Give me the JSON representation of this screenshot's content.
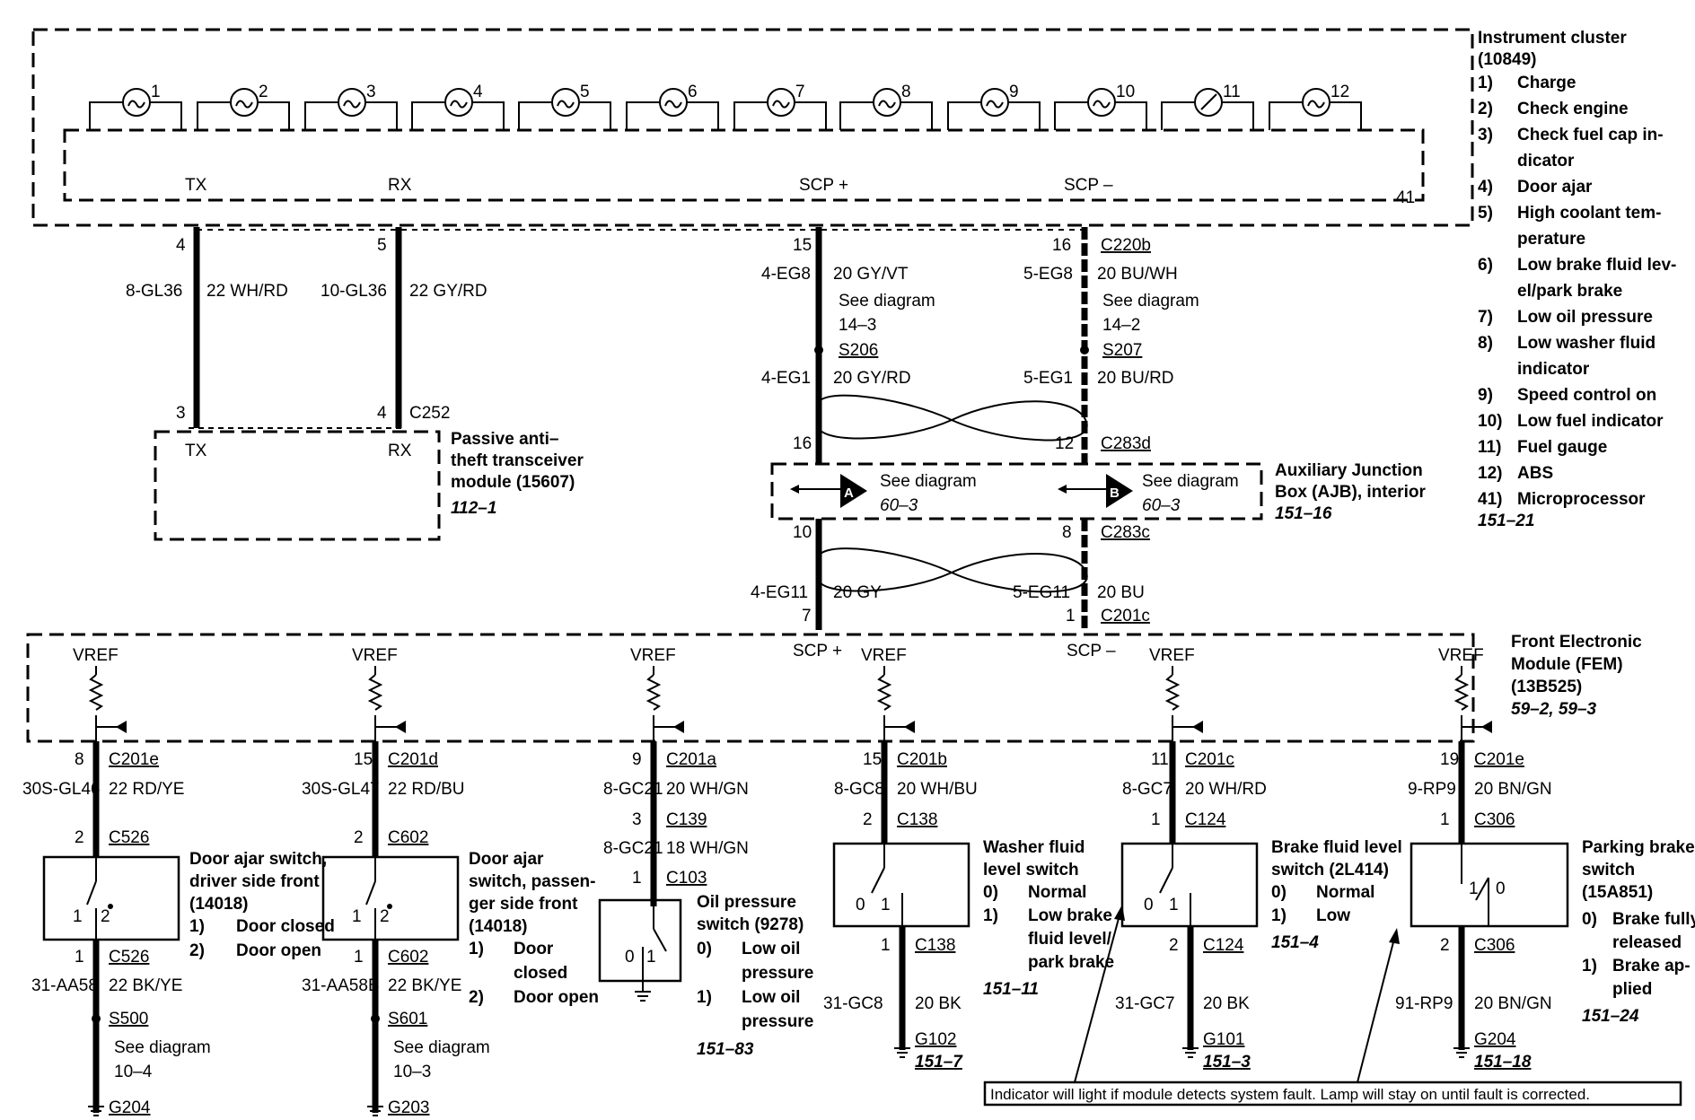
{
  "cluster": {
    "title": [
      "Instrument cluster",
      "(10849)"
    ],
    "lamp_numbers": [
      "1",
      "2",
      "3",
      "4",
      "5",
      "6",
      "7",
      "8",
      "9",
      "10",
      "11",
      "12"
    ],
    "legend": [
      [
        "1)",
        "Charge"
      ],
      [
        "2)",
        "Check engine"
      ],
      [
        "3)",
        "Check fuel cap in-"
      ],
      [
        "",
        "dicator"
      ],
      [
        "4)",
        "Door ajar"
      ],
      [
        "5)",
        "High coolant tem-"
      ],
      [
        "",
        "perature"
      ],
      [
        "6)",
        "Low brake fluid lev-"
      ],
      [
        "",
        "el/park brake"
      ],
      [
        "7)",
        "Low oil pressure"
      ],
      [
        "8)",
        "Low washer fluid"
      ],
      [
        "",
        "indicator"
      ],
      [
        "9)",
        "Speed control on"
      ],
      [
        "10)",
        "Low fuel indicator"
      ],
      [
        "11)",
        "Fuel gauge"
      ],
      [
        "12)",
        "ABS"
      ],
      [
        "41)",
        "Microprocessor"
      ]
    ],
    "ref": "151–21",
    "micro_num": "41",
    "pins": {
      "tx": "TX",
      "rx": "RX",
      "scp_plus": "SCP +",
      "scp_minus": "SCP –"
    }
  },
  "pats": {
    "title": [
      "Passive anti–",
      "theft transceiver",
      "module (15607)"
    ],
    "ref": "112–1",
    "tx": "TX",
    "rx": "RX"
  },
  "tx_circuit": {
    "pin_top": "4",
    "circuit": "8-GL36",
    "wire": "22 WH/RD",
    "pin_bottom": "3"
  },
  "rx_circuit": {
    "pin_top": "5",
    "circuit": "10-GL36",
    "wire": "22 GY/RD",
    "pin_bottom": "4",
    "connector": "C252"
  },
  "scp_plus": {
    "pin_top": "15",
    "circuit_top": "4-EG8",
    "wire_top": "20 GY/VT",
    "see": [
      "See diagram",
      "14–3"
    ],
    "splice": "S206",
    "circuit_mid": "4-EG1",
    "wire_mid": "20 GY/RD",
    "pin_ajb_in": "16",
    "pin_ajb_out": "10",
    "circuit_bot": "4-EG11",
    "wire_bot": "20 GY",
    "pin_fem": "7"
  },
  "scp_minus": {
    "pin_top": "16",
    "connector_top": "C220b",
    "circuit_top": "5-EG8",
    "wire_top": "20 BU/WH",
    "see": [
      "See diagram",
      "14–2"
    ],
    "splice": "S207",
    "circuit_mid": "5-EG1",
    "wire_mid": "20 BU/RD",
    "pin_ajb_in": "12",
    "connector_ajb_in": "C283d",
    "pin_ajb_out": "8",
    "connector_ajb_out": "C283c",
    "circuit_bot": "5-EG11",
    "wire_bot": "20 BU",
    "pin_fem": "1",
    "connector_fem": "C201c"
  },
  "ajb": {
    "title": [
      "Auxiliary Junction",
      "Box (AJB), interior"
    ],
    "ref": "151–16",
    "a": {
      "tag": "A",
      "text": [
        "See diagram",
        "60–3"
      ]
    },
    "b": {
      "tag": "B",
      "text": [
        "See diagram",
        "60–3"
      ]
    }
  },
  "fem": {
    "title": [
      "Front Electronic",
      "Module (FEM)",
      "(13B525)"
    ],
    "ref": "59–2, 59–3",
    "vref": "VREF",
    "scp_plus": "SCP +",
    "scp_minus": "SCP –"
  },
  "branches": [
    {
      "pin": "8",
      "conn": "C201e",
      "circuit": "30S-GL46",
      "wire": "22 RD/YE",
      "pin2": "2",
      "conn2": "C526",
      "title": [
        "Door ajar switch,",
        "driver side front",
        "(14018)"
      ],
      "states": [
        [
          "1)",
          "Door closed"
        ],
        [
          "2)",
          "Door open"
        ]
      ],
      "sw_labels": [
        "1",
        "2"
      ],
      "pin3": "1",
      "conn3": "C526",
      "circuit3": "31-AA58",
      "wire3": "22 BK/YE",
      "splice": "S500",
      "see": [
        "See diagram",
        "10–4"
      ],
      "ground": "G204"
    },
    {
      "pin": "15",
      "conn": "C201d",
      "circuit": "30S-GL47",
      "wire": "22 RD/BU",
      "pin2": "2",
      "conn2": "C602",
      "title": [
        "Door ajar",
        "switch, passen-",
        "ger side front",
        "(14018)"
      ],
      "states": [
        [
          "1)",
          "Door"
        ],
        [
          "",
          "closed"
        ],
        [
          "2)",
          "Door open"
        ]
      ],
      "sw_labels": [
        "1",
        "2"
      ],
      "pin3": "1",
      "conn3": "C602",
      "circuit3": "31-AA58B",
      "wire3": "22 BK/YE",
      "splice": "S601",
      "see": [
        "See diagram",
        "10–3"
      ],
      "ground": "G203"
    },
    {
      "pin": "9",
      "conn": "C201a",
      "circuit": "8-GC21",
      "wire": "20 WH/GN",
      "pin2": "3",
      "conn2": "C139",
      "circuit2": "8-GC21",
      "wire2": "18 WH/GN",
      "pin3": "1",
      "conn3": "C103",
      "title": [
        "Oil pressure",
        "switch (9278)"
      ],
      "states": [
        [
          "0)",
          "Low oil"
        ],
        [
          "",
          "pressure"
        ],
        [
          "1)",
          "Low oil"
        ],
        [
          "",
          "pressure"
        ]
      ],
      "sw_labels": [
        "0",
        "1"
      ],
      "ref": "151–83"
    },
    {
      "pin": "15",
      "conn": "C201b",
      "circuit": "8-GC8",
      "wire": "20 WH/BU",
      "pin2": "2",
      "conn2": "C138",
      "title": [
        "Washer fluid",
        "level switch"
      ],
      "states": [
        [
          "0)",
          "Normal"
        ],
        [
          "1)",
          "Low brake"
        ],
        [
          "",
          "fluid level/"
        ],
        [
          "",
          "park brake"
        ]
      ],
      "sw_labels": [
        "0",
        "1"
      ],
      "ref": "151–11",
      "pin3": "1",
      "conn3": "C138",
      "circuit3": "31-GC8",
      "wire3": "20 BK",
      "ground": "G102",
      "ground_ref": "151–7"
    },
    {
      "pin": "11",
      "conn": "C201c",
      "circuit": "8-GC7",
      "wire": "20 WH/RD",
      "pin2": "1",
      "conn2": "C124",
      "title": [
        "Brake fluid level",
        "switch (2L414)"
      ],
      "states": [
        [
          "0)",
          "Normal"
        ],
        [
          "1)",
          "Low"
        ]
      ],
      "sw_labels": [
        "0",
        "1"
      ],
      "ref": "151–4",
      "pin3": "2",
      "conn3": "C124",
      "circuit3": "31-GC7",
      "wire3": "20 BK",
      "ground": "G101",
      "ground_ref": "151–3"
    },
    {
      "pin": "19",
      "conn": "C201e",
      "circuit": "9-RP9",
      "wire": "20 BN/GN",
      "pin2": "1",
      "conn2": "C306",
      "title": [
        "Parking brake",
        "switch",
        "(15A851)"
      ],
      "states": [
        [
          "0)",
          "Brake fully"
        ],
        [
          "",
          "released"
        ],
        [
          "1)",
          "Brake ap-"
        ],
        [
          "",
          "plied"
        ]
      ],
      "sw_labels": [
        "1",
        "0"
      ],
      "ref": "151–24",
      "pin3": "2",
      "conn3": "C306",
      "circuit3": "91-RP9",
      "wire3": "20 BN/GN",
      "ground": "G204",
      "ground_ref": "151–18"
    }
  ],
  "note": "Indicator will light if module detects system fault. Lamp will stay on until fault is corrected."
}
